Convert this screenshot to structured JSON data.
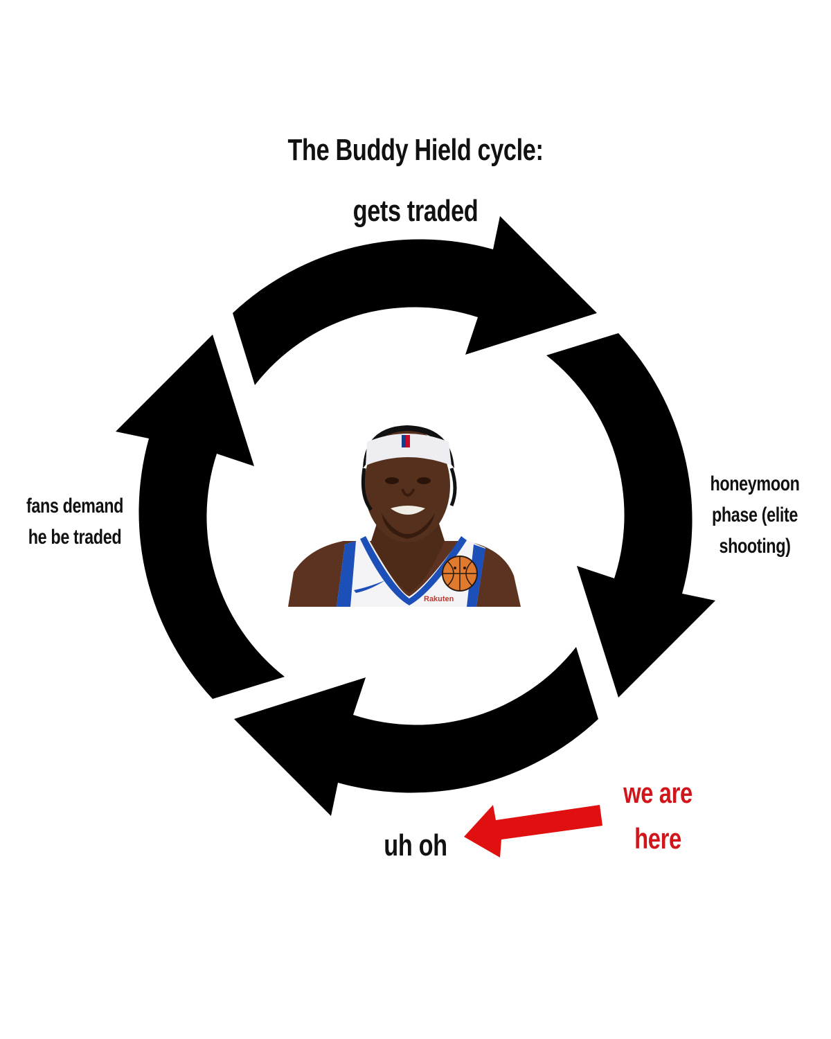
{
  "title": "The Buddy Hield cycle:",
  "stages": {
    "top": "gets traded",
    "right_lines": [
      "honeymoon",
      "phase (elite",
      "shooting)"
    ],
    "bottom": "uh oh",
    "left_lines": [
      "fans demand",
      "he be traded"
    ]
  },
  "pointer": {
    "lines": [
      "we are",
      "here"
    ],
    "color": "#e01010",
    "text_color": "#d0151b"
  },
  "center_image": {
    "subject": "basketball player portrait",
    "jersey_sponsor": "Rakuten",
    "jersey_colors": [
      "#ffffff",
      "#1d4fb8",
      "#f2b21d"
    ],
    "headband_logo": "NBA",
    "overlay_icon": "basketball-face-icon"
  },
  "colors": {
    "arrows": "#000000",
    "background": "#ffffff",
    "text": "#111111"
  }
}
